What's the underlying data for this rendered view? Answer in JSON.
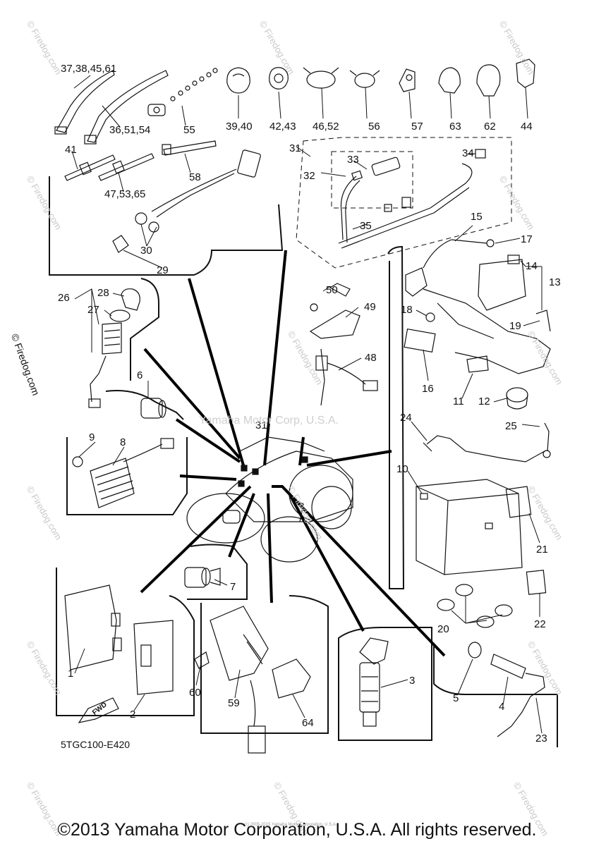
{
  "diagram": {
    "part_labels": [
      {
        "id": "l1",
        "text": "37,38,45,61"
      },
      {
        "id": "l2",
        "text": "36,51,54"
      },
      {
        "id": "l3",
        "text": "55"
      },
      {
        "id": "l4",
        "text": "39,40"
      },
      {
        "id": "l5",
        "text": "42,43"
      },
      {
        "id": "l6",
        "text": "46,52"
      },
      {
        "id": "l7",
        "text": "56"
      },
      {
        "id": "l8",
        "text": "57"
      },
      {
        "id": "l9",
        "text": "63"
      },
      {
        "id": "l10",
        "text": "62"
      },
      {
        "id": "l11",
        "text": "44"
      },
      {
        "id": "l12",
        "text": "41"
      },
      {
        "id": "l13",
        "text": "47,53,65"
      },
      {
        "id": "l14",
        "text": "58"
      },
      {
        "id": "l15",
        "text": "31"
      },
      {
        "id": "l16",
        "text": "33"
      },
      {
        "id": "l17",
        "text": "32"
      },
      {
        "id": "l18",
        "text": "34"
      },
      {
        "id": "l19",
        "text": "35"
      },
      {
        "id": "l20",
        "text": "30"
      },
      {
        "id": "l21",
        "text": "29"
      },
      {
        "id": "l22",
        "text": "15"
      },
      {
        "id": "l23",
        "text": "17"
      },
      {
        "id": "l24",
        "text": "14"
      },
      {
        "id": "l25",
        "text": "13"
      },
      {
        "id": "l26",
        "text": "26"
      },
      {
        "id": "l27",
        "text": "28"
      },
      {
        "id": "l28",
        "text": "27"
      },
      {
        "id": "l29",
        "text": "50"
      },
      {
        "id": "l30",
        "text": "49"
      },
      {
        "id": "l31",
        "text": "18"
      },
      {
        "id": "l32",
        "text": "19"
      },
      {
        "id": "l33",
        "text": "48"
      },
      {
        "id": "l34",
        "text": "16"
      },
      {
        "id": "l35",
        "text": "11"
      },
      {
        "id": "l36",
        "text": "12"
      },
      {
        "id": "l37",
        "text": "6"
      },
      {
        "id": "l38",
        "text": "31"
      },
      {
        "id": "l39",
        "text": "24"
      },
      {
        "id": "l40",
        "text": "25"
      },
      {
        "id": "l41",
        "text": "9"
      },
      {
        "id": "l42",
        "text": "8"
      },
      {
        "id": "l43",
        "text": "10"
      },
      {
        "id": "l44",
        "text": "21"
      },
      {
        "id": "l45",
        "text": "7"
      },
      {
        "id": "l46",
        "text": "20"
      },
      {
        "id": "l47",
        "text": "22"
      },
      {
        "id": "l48",
        "text": "1"
      },
      {
        "id": "l49",
        "text": "3"
      },
      {
        "id": "l50",
        "text": "60"
      },
      {
        "id": "l51",
        "text": "59"
      },
      {
        "id": "l52",
        "text": "64"
      },
      {
        "id": "l53",
        "text": "2"
      },
      {
        "id": "l54",
        "text": "5"
      },
      {
        "id": "l55",
        "text": "4"
      },
      {
        "id": "l56",
        "text": "23"
      }
    ],
    "drawing_code": "5TGC100-E420",
    "fwd_label": "FWD",
    "center_watermark": "Yamaha Motor Corp, U.S.A.",
    "watermark_text": "© Firedog.com",
    "side_watermark": "© Firedog.com",
    "small_copyright": "(c) 2005-2015 Yamaha Motor Corporation, U.S.A.",
    "footer": "©2013 Yamaha Motor Corporation, U.S.A. All rights reserved."
  }
}
